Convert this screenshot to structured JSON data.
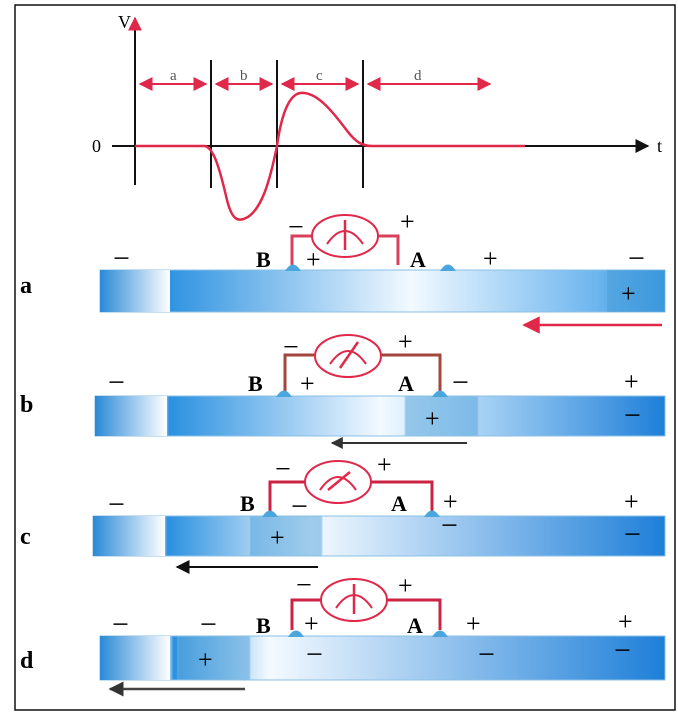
{
  "graph": {
    "y_axis_label": "V",
    "x_axis_label": "t",
    "origin_label": "0",
    "intervals": [
      "a",
      "b",
      "c",
      "d"
    ]
  },
  "panels": [
    {
      "row_label": "a",
      "electrode_b": "B",
      "electrode_a": "A",
      "meter": {
        "left_sign": "−",
        "right_sign": "+"
      }
    },
    {
      "row_label": "b",
      "electrode_b": "B",
      "electrode_a": "A",
      "meter": {
        "left_sign": "−",
        "right_sign": "+"
      }
    },
    {
      "row_label": "c",
      "electrode_b": "B",
      "electrode_a": "A",
      "meter": {
        "left_sign": "−",
        "right_sign": "+"
      }
    },
    {
      "row_label": "d",
      "electrode_b": "B",
      "electrode_a": "A",
      "meter": {
        "left_sign": "−",
        "right_sign": "+"
      }
    }
  ],
  "signs": {
    "plus": "+",
    "minus": "−"
  },
  "colors": {
    "axis": "#111111",
    "trace": "#e0284a",
    "arrow_red": "#e0284a",
    "wire": "#cc2244",
    "nerve_dark": "#1e88e5",
    "nerve_light": "#f2f9ff",
    "electrode": "#4aa6dc",
    "direction_arrow_a": "#e0284a",
    "direction_arrow_other": "#333333"
  }
}
